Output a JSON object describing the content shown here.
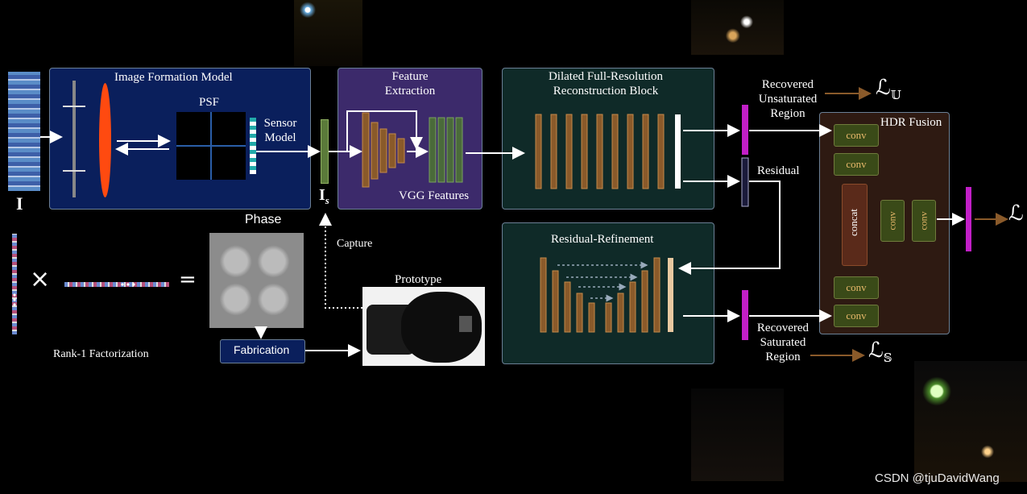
{
  "image_formation": {
    "title": "Image Formation Model",
    "psf_label": "PSF",
    "sensor_label": "Sensor Model"
  },
  "input_label": "I",
  "is_label": "I",
  "is_sub": "s",
  "feature": {
    "title": "Feature Extraction",
    "vgg_label": "VGG Features"
  },
  "dilated": {
    "title": "Dilated Full-Resolution Reconstruction Block"
  },
  "residual_ref": {
    "title": "Residual-Refinement"
  },
  "phase_label": "Phase",
  "capture_label": "Capture",
  "prototype_label": "Prototype",
  "fabrication_label": "Fabrication",
  "rank_label": "Rank-1 Factorization",
  "recovered_unsat": "Recovered Unsaturated Region",
  "residual_label": "Residual",
  "recovered_sat": "Recovered Saturated Region",
  "loss_u": "ℒ",
  "loss_u_sub": "𝕌",
  "loss_s": "ℒ",
  "loss_s_sub": "𝕊",
  "loss_final": "ℒ",
  "hdr": {
    "title": "HDR Fusion",
    "conv": "conv",
    "concat": "concat"
  },
  "watermark": "CSDN @tjuDavidWang",
  "colors": {
    "blue_panel": "#0a1f5c",
    "purple_panel": "#3c2a6b",
    "teal_panel": "#0f2a28",
    "hdr_panel": "#2e1a12",
    "bar_orange": "#8a5a2a",
    "bar_green": "#5b7a3a",
    "magenta": "#c21fc7",
    "arrow_brown": "#8a5a2a"
  }
}
